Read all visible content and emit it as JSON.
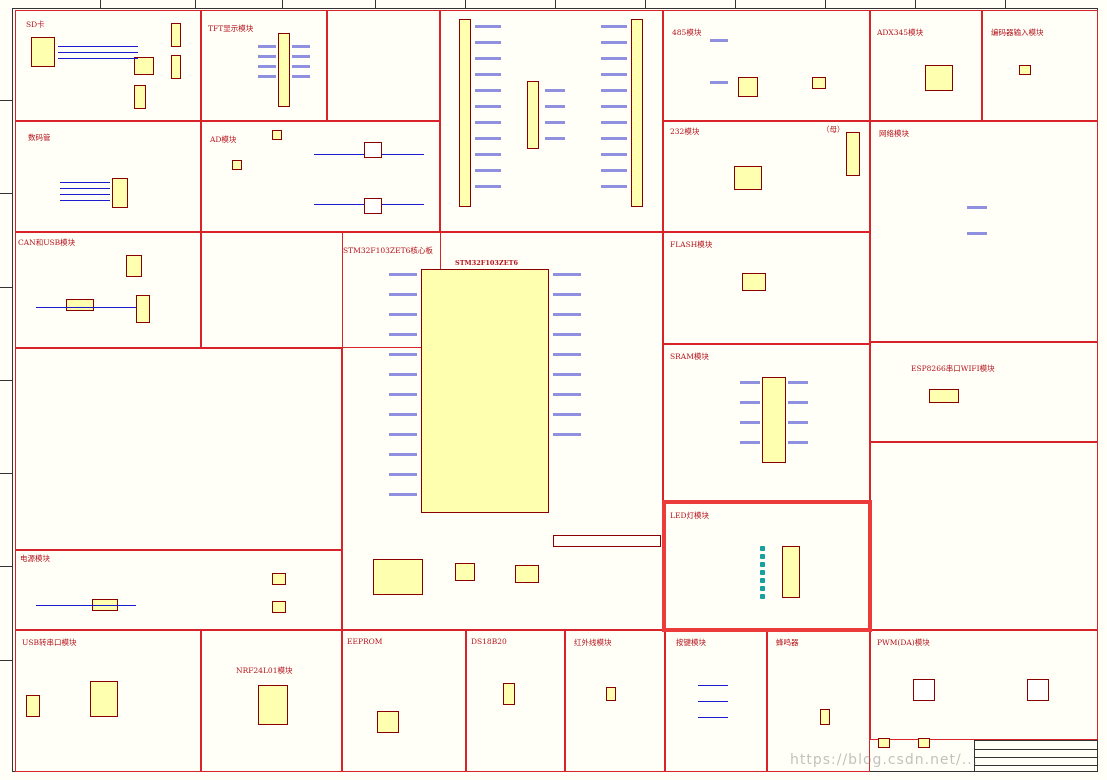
{
  "modules": {
    "sd_card": "SD卡",
    "tft": "TFT显示模块",
    "digit_tube": "数码管",
    "ad": "AD模块",
    "can_usb": "CAN和USB模块",
    "core_board": "STM32F103ZET6核心板",
    "power": "电源模块",
    "rs485": "485模块",
    "rs232": "232模块",
    "mother_note": "（母）",
    "adxl345": "ADX345模块",
    "encoder": "编码器输入模块",
    "network": "网络模块",
    "flash": "FLASH模块",
    "sram": "SRAM模块",
    "esp8266": "ESP8266串口WIFI模块",
    "led": "LED灯模块",
    "usb_serial": "USB转串口模块",
    "nrf24l01": "NRF24L01模块",
    "eeprom": "EEPROM",
    "ds18b20": "DS18B20",
    "infrared": "红外线模块",
    "keys": "按键模块",
    "buzzer": "蜂鸣器",
    "pwm_da": "PWM(DA)模块"
  },
  "core": {
    "chip_label": "STM32F103ZET6"
  },
  "watermark": "https://blog.csdn.net/..."
}
